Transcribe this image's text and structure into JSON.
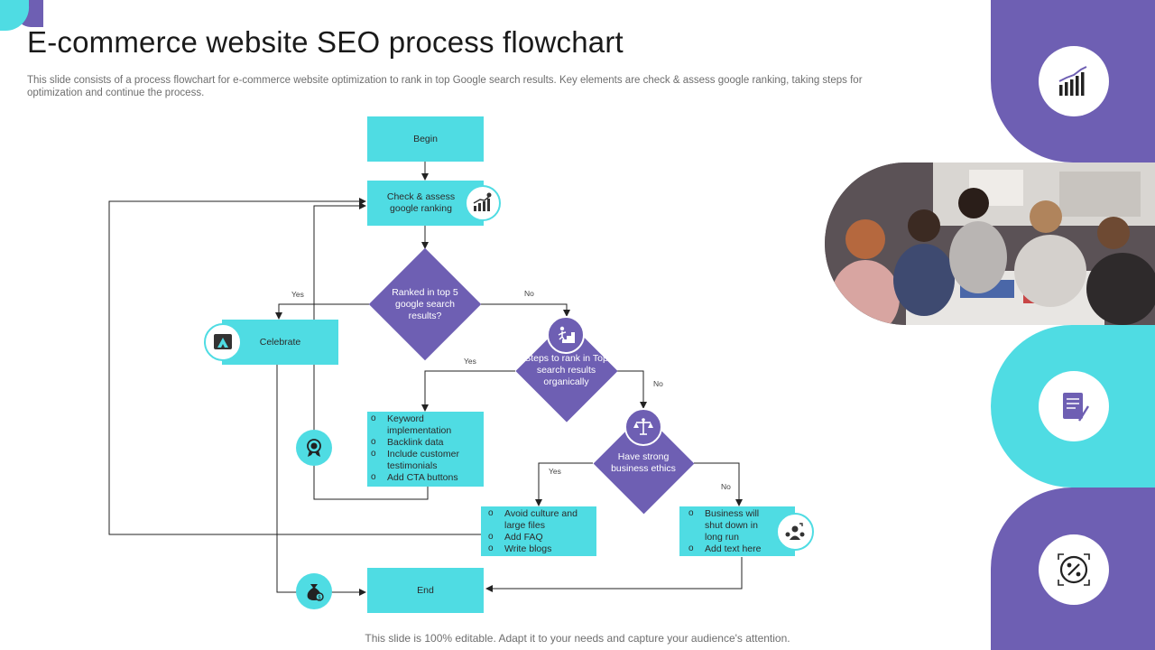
{
  "title": "E-commerce website SEO process flowchart",
  "subtitle": "This slide consists of a process flowchart for e-commerce website optimization to rank in top Google search results. Key elements are check & assess google ranking, taking steps for optimization and continue the process.",
  "footer": "This slide is 100% editable. Adapt it to your needs and capture your audience's attention.",
  "colors": {
    "teal": "#4fdce3",
    "purple": "#6e5fb3",
    "text": "#222222"
  },
  "flow": {
    "begin": "Begin",
    "check": "Check & assess google ranking",
    "ranked": "Ranked in top 5 google search results?",
    "celebrate": "Celebrate",
    "steps": "Steps to rank in Top search results organically",
    "ethics": "Have strong business ethics",
    "end": "End",
    "labels": {
      "yes1": "Yes",
      "no1": "No",
      "yes2": "Yes",
      "no2": "No",
      "yes3": "Yes",
      "no3": "No"
    },
    "list_keyword": [
      "Keyword implementation",
      "Backlink data",
      "Include customer testimonials",
      "Add CTA buttons"
    ],
    "list_avoid": [
      "Avoid culture and large files",
      "Add FAQ",
      "Write blogs"
    ],
    "list_business": [
      "Business will shut down in long run",
      "Add text here"
    ]
  },
  "icons": {
    "check": "growth-chart-icon",
    "celebrate": "tent-icon",
    "award": "award-badge-icon",
    "money": "money-bag-icon",
    "steps": "climbing-steps-icon",
    "ethics": "balance-scale-icon",
    "team": "team-icon",
    "side_top": "bar-chart-icon",
    "side_mid": "document-pen-icon",
    "side_bottom": "percent-icon",
    "photo": "team-meeting-photo"
  }
}
